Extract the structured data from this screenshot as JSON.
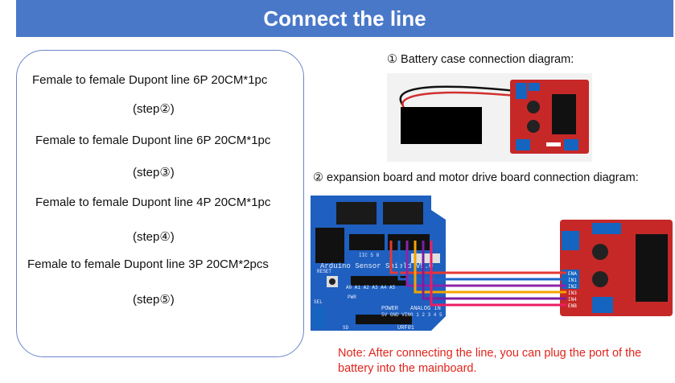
{
  "header": {
    "title": "Connect the line"
  },
  "materials": {
    "items": [
      {
        "label": "Female to female Dupont line 6P 20CM*1pc",
        "step": "(step②)"
      },
      {
        "label": "Female to female Dupont line 6P 20CM*1pc",
        "step": "(step③)"
      },
      {
        "label": "Female to female Dupont line 4P 20CM*1pc",
        "step": "(step④)"
      },
      {
        "label": "Female to female Dupont line 3P 20CM*2pcs",
        "step": "(step⑤)"
      }
    ]
  },
  "diagram1": {
    "caption": "① Battery case connection diagram:"
  },
  "diagram2": {
    "caption": "② expansion board and motor drive board connection diagram:",
    "board_text": {
      "sensor_shield": "Arduino Sensor Shield V5.0",
      "reset": "RESET",
      "pwr": "PWR",
      "sel": "SEL",
      "power_label": "POWER",
      "analog_label": "ANALOG IN",
      "urf": "URF01",
      "iic": "IIC 5 8",
      "sd": "SD",
      "pin_row": "A0 A1 A2 A3 A4 A5",
      "analog_nums": "0 1 2 3 4 5",
      "power_pins": "5V GND VIN",
      "driver_pins": [
        "ENA",
        "IN1",
        "IN2",
        "IN3",
        "IN4",
        "ENB"
      ]
    },
    "wire_colors": [
      "#e53935",
      "#1e63c8",
      "#8e24aa",
      "#f4a300",
      "#7b1fa2",
      "#e91e63"
    ]
  },
  "note": {
    "text": "Note: After connecting the line, you can plug the port of the battery into the mainboard."
  }
}
